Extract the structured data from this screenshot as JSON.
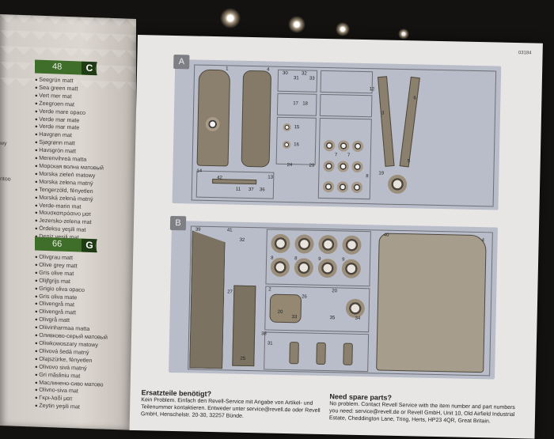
{
  "left_page": {
    "block1": {
      "number": "48",
      "letter": "C",
      "names": [
        "Seegrün matt",
        "Sea green matt",
        "Vert mer mat",
        "Zeegroen mat",
        "Verde mare opaco",
        "Verde mar mate",
        "Verde mar mate",
        "Havgrøn mat",
        "Sjøgrønn matt",
        "Havsgrön matt",
        "Merenvihreä matta",
        "Морская волна матовый",
        "Morska zieleń matowy",
        "Morska zelena matný",
        "Tengerzöld, fényetlen",
        "Morská zelená matný",
        "Verde-marin mat",
        "Μουσκαπρόσινο ματ",
        "Jezersko-zelena mat",
        "Ördeksu yeşili mat",
        "Deniz yeşili mat"
      ]
    },
    "block2": {
      "number": "66",
      "letter": "G",
      "names": [
        "Olivgrau matt",
        "Olive grey matt",
        "Gris olive mat",
        "Olijfgrijs mat",
        "Grigio oliva opaco",
        "Gris oliva mate",
        "Olivengrå mat",
        "Olivengrå matt",
        "Olivgrå matt",
        "Oliivinharmaa matta",
        "Оливково-серый матовый",
        "Oliwkowoszary matowy",
        "Olivová šedá matný",
        "Olajszürke, fényetlen",
        "Olivovo sivá matný",
        "Gri măsliniu mat",
        "Маслинено-сиво матово",
        "Olivno-siva mat",
        "Γκρι-λαδί ματ",
        "Zeytin yeşili mat"
      ]
    },
    "edge_texts": [
      "wy",
      "ntoo"
    ]
  },
  "right_page": {
    "code": "03184",
    "sheet_a_label": "A",
    "sheet_b_label": "B",
    "part_numbers_a": [
      "1",
      "4",
      "30",
      "31",
      "32",
      "33",
      "17",
      "18",
      "15",
      "16",
      "14",
      "42",
      "11",
      "37",
      "36",
      "13",
      "24",
      "29",
      "19",
      "5",
      "6",
      "12",
      "3",
      "7",
      "7",
      "8"
    ],
    "part_numbers_b": [
      "39",
      "41",
      "32",
      "25",
      "27",
      "26",
      "2",
      "20",
      "33",
      "20",
      "35",
      "34",
      "38",
      "31",
      "40",
      "8",
      "8",
      "9",
      "9",
      "4"
    ],
    "footer_left": {
      "title": "Ersatzteile benötigt?",
      "body": "Kein Problem. Einfach den Revell-Service mit Angabe von Artikel- und Teilenummer kontaktieren. Entweder unter service@revell.de oder Revell GmbH, Henschelstr. 20-30, 32257 Bünde."
    },
    "footer_right": {
      "title": "Need spare parts?",
      "body": "No problem. Contact Revell Service with the item number and part numbers you need: service@revell.de or Revell GmbH, Unit 10, Old Airfield Industrial Estate, Cheddington Lane, Tring, Herts, HP23 4QR, Great Britain."
    }
  }
}
